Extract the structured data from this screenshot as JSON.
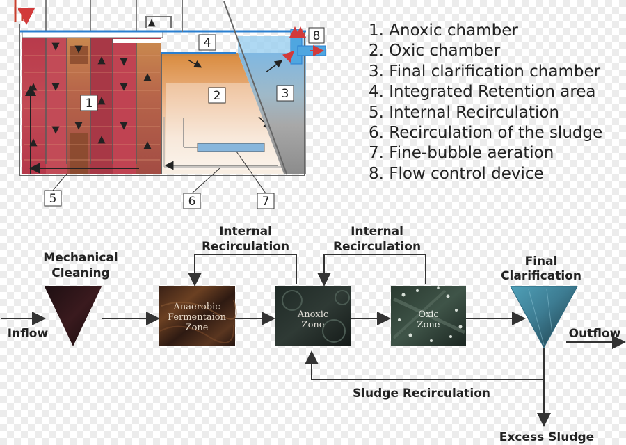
{
  "tank": {
    "callouts": [
      "1",
      "2",
      "3",
      "4",
      "5",
      "6",
      "7",
      "8"
    ]
  },
  "legend": [
    "1. Anoxic chamber",
    "2. Oxic chamber",
    "3. Final clarification chamber",
    "4. Integrated Retention area",
    "5. Internal Recirculation",
    "6. Recirculation of the sludge",
    "7. Fine-bubble aeration",
    "8. Flow control device"
  ],
  "flow": {
    "inflow": "Inflow",
    "outflow": "Outflow",
    "mechanical_cleaning": [
      "Mechanical",
      "Cleaning"
    ],
    "final_clarification": [
      "Final",
      "Clarification"
    ],
    "anaerobic_zone": [
      "Anaerobic",
      "Fermentaion",
      "Zone"
    ],
    "anoxic_zone": [
      "Anoxic",
      "Zone"
    ],
    "oxic_zone": [
      "Oxic",
      "Zone"
    ],
    "internal_recirc_1": [
      "Internal",
      "Recirculation"
    ],
    "internal_recirc_2": [
      "Internal",
      "Recirculation"
    ],
    "sludge_recirculation": "Sludge Recirculation",
    "excess_sludge": "Excess Sludge"
  },
  "colors": {
    "anoxic_red": "#b5384a",
    "oxic_orange": "#d9893f",
    "clarifier_gray": "#9a9a9a",
    "water_blue": "#6fb3e0",
    "arrow": "#333333"
  }
}
